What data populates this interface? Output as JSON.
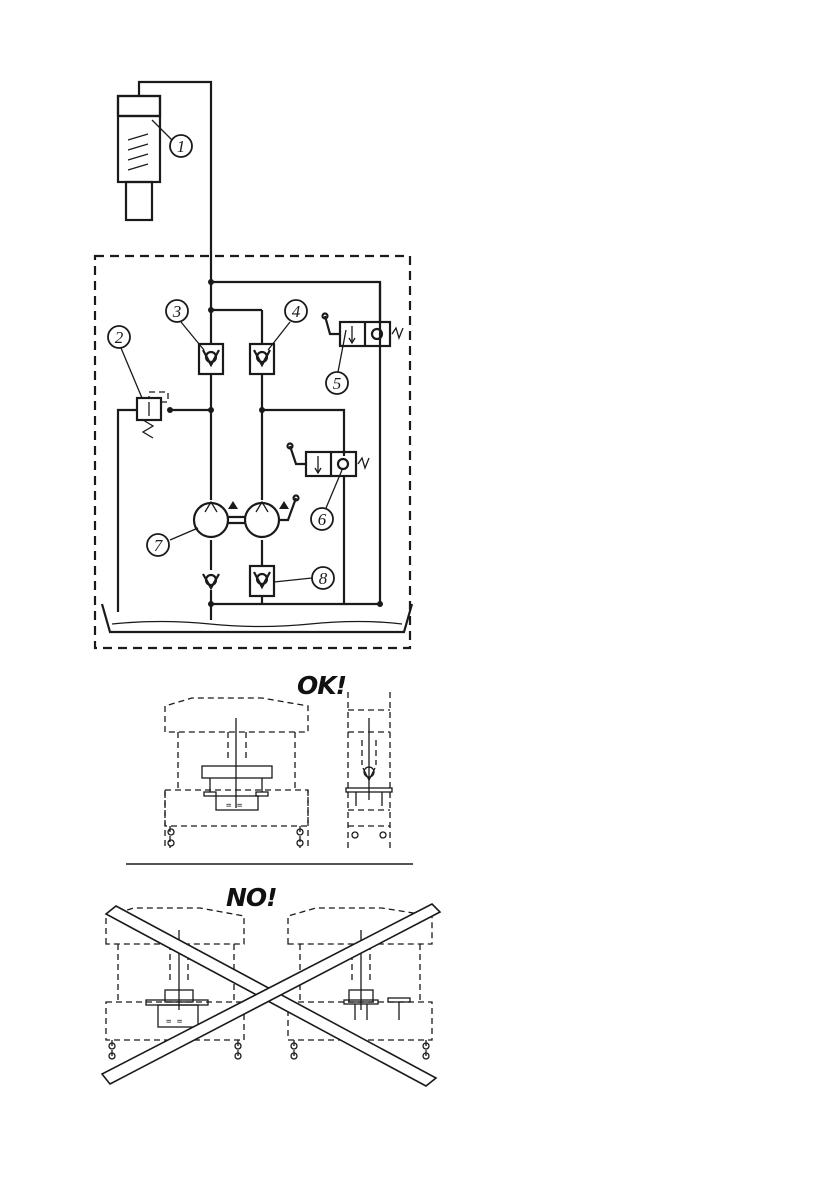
{
  "callouts": [
    {
      "id": "1",
      "label": "1"
    },
    {
      "id": "2",
      "label": "2"
    },
    {
      "id": "3",
      "label": "3"
    },
    {
      "id": "4",
      "label": "4"
    },
    {
      "id": "5",
      "label": "5"
    },
    {
      "id": "6",
      "label": "6"
    },
    {
      "id": "7",
      "label": "7"
    },
    {
      "id": "8",
      "label": "8"
    }
  ],
  "illustrations": {
    "ok_label": "OK!",
    "no_label": "NO!"
  }
}
